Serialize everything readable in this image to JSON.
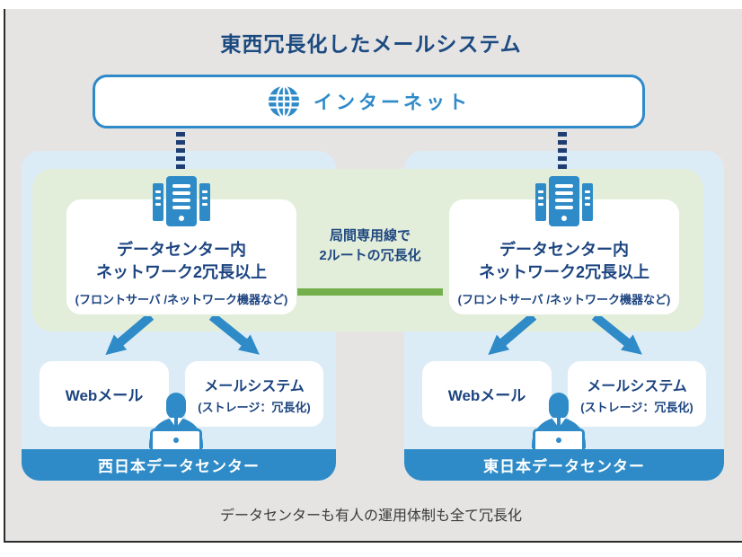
{
  "title": "東西冗長化したメールシステム",
  "internet": {
    "label": "インターネット"
  },
  "interconnect": {
    "line1": "局間専用線で",
    "line2": "2ルートの冗長化"
  },
  "datacenters": [
    {
      "network_line1": "データセンター内",
      "network_line2": "ネットワーク2冗長以上",
      "network_note": "(フロントサーバ /ネットワーク機器など)",
      "webmail": "Webメール",
      "mailsystem": "メールシステム",
      "mailsystem_note": "(ストレージ：冗長化)",
      "name": "西日本データセンター"
    },
    {
      "network_line1": "データセンター内",
      "network_line2": "ネットワーク2冗長以上",
      "network_note": "(フロントサーバ /ネットワーク機器など)",
      "webmail": "Webメール",
      "mailsystem": "メールシステム",
      "mailsystem_note": "(ストレージ：冗長化)",
      "name": "東日本データセンター"
    }
  ],
  "footer": "データセンターも有人の運用体制も全て冗長化",
  "colors": {
    "brand_blue": "#2E8BC7",
    "navy_text": "#1C4480",
    "light_blue_fill": "#DCECF7",
    "pale_green_fill": "#E3EEDA",
    "green_line": "#73B04B",
    "background_gray": "#E5E4E3"
  }
}
